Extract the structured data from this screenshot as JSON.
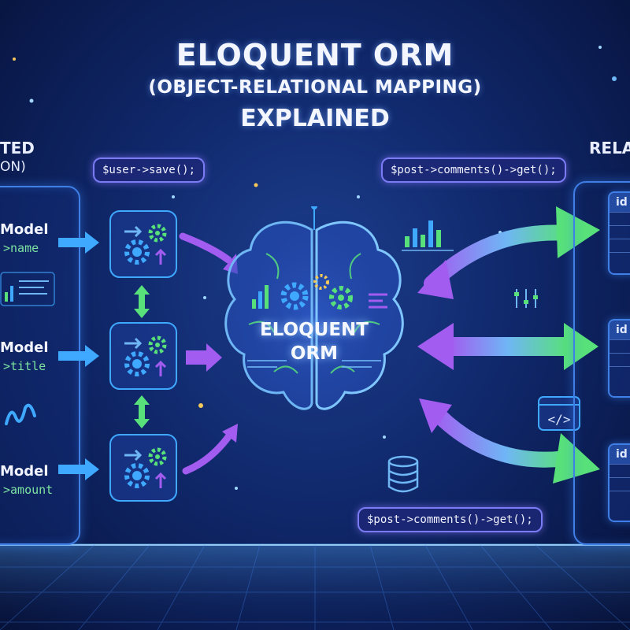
{
  "title": {
    "line1": "ELOQUENT ORM",
    "line2": "(OBJECT-RELATIONAL MAPPING)",
    "line3": "EXPLAINED"
  },
  "left_header": {
    "line1": "TED",
    "line2": "ON)"
  },
  "right_header": {
    "label": "RELA"
  },
  "models": [
    {
      "name": "Model",
      "prop": ">name"
    },
    {
      "name": "Model",
      "prop": ">title"
    },
    {
      "name": "Model",
      "prop": ">amount"
    }
  ],
  "bubbles": {
    "save": "$user->save();",
    "comments_top": "$post->comments()->get();",
    "comments_bottom": "$post->comments()->get();"
  },
  "brain": {
    "line1": "ELOQUENT",
    "line2": "ORM"
  },
  "tables": [
    {
      "head": "id"
    },
    {
      "head": "id"
    },
    {
      "head": "id"
    }
  ],
  "colors": {
    "accent_blue": "#3fa8ff",
    "accent_green": "#58e07a",
    "accent_purple": "#a25cf0",
    "background": "#10286b"
  },
  "icons": [
    "gear-icon",
    "brain-icon",
    "database-icon",
    "code-window-icon",
    "bar-chart-icon"
  ]
}
